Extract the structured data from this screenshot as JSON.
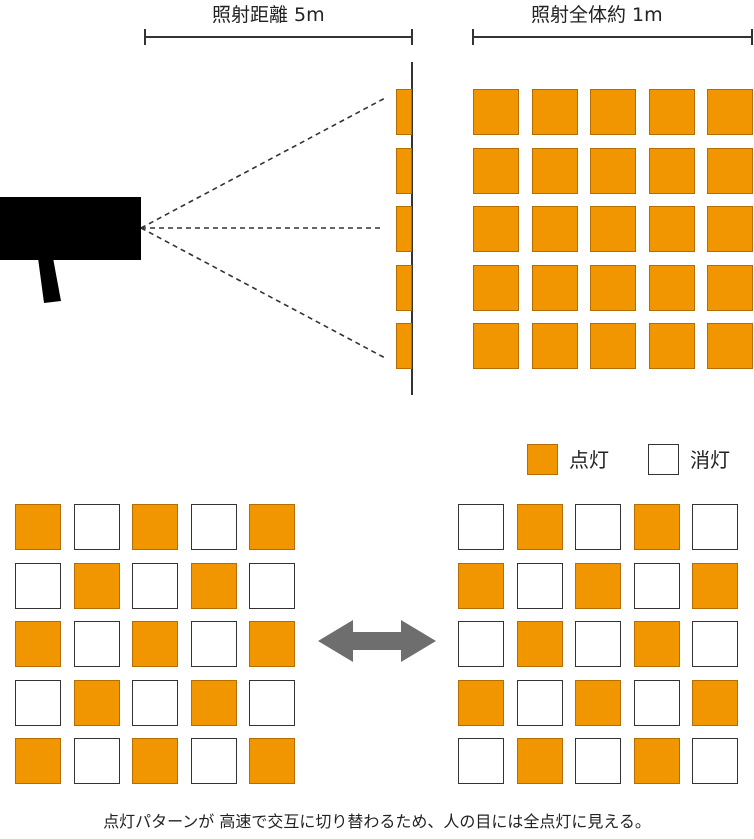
{
  "top": {
    "distance_label": "照射距離 5m",
    "area_label": "照射全体約 1m",
    "side_grid": [
      1,
      1,
      1,
      1,
      1
    ],
    "full_grid": [
      [
        1,
        1,
        1,
        1,
        1
      ],
      [
        1,
        1,
        1,
        1,
        1
      ],
      [
        1,
        1,
        1,
        1,
        1
      ],
      [
        1,
        1,
        1,
        1,
        1
      ],
      [
        1,
        1,
        1,
        1,
        1
      ]
    ]
  },
  "legend": {
    "on_label": "点灯",
    "off_label": "消灯"
  },
  "patterns": {
    "left": [
      [
        1,
        0,
        1,
        0,
        1
      ],
      [
        0,
        1,
        0,
        1,
        0
      ],
      [
        1,
        0,
        1,
        0,
        1
      ],
      [
        0,
        1,
        0,
        1,
        0
      ],
      [
        1,
        0,
        1,
        0,
        1
      ]
    ],
    "right": [
      [
        0,
        1,
        0,
        1,
        0
      ],
      [
        1,
        0,
        1,
        0,
        1
      ],
      [
        0,
        1,
        0,
        1,
        0
      ],
      [
        1,
        0,
        1,
        0,
        1
      ],
      [
        0,
        1,
        0,
        1,
        0
      ]
    ]
  },
  "caption": "点灯パターンが 高速で交互に切り替わるため、人の目には全点灯に見える。",
  "colors": {
    "on": "#f29600",
    "off": "#ffffff",
    "arrow": "#6e6e6e",
    "device": "#000000"
  }
}
